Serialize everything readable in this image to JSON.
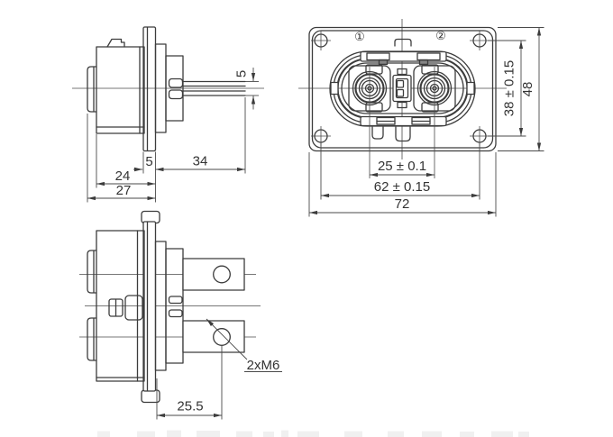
{
  "document": {
    "type": "technical-drawing",
    "subject": "2-pole high-voltage connector, flange mount",
    "colors": {
      "background": "#ffffff",
      "line": "#3c3c3c",
      "thin_line": "#4a4a4a",
      "text": "#333333"
    }
  },
  "side_view": {
    "dims": {
      "wire_width": "5",
      "flange_thickness": "5",
      "tail_length": "34",
      "body_depth": "24",
      "overall_depth": "27"
    }
  },
  "front_view": {
    "balloons": {
      "terminal_1": "①",
      "terminal_2": "②"
    },
    "dims": {
      "terminal_pitch": "25 ± 0.1",
      "mount_hole_pitch_h": "62 ± 0.15",
      "overall_width": "72",
      "mount_hole_pitch_v": "38 ± 0.15",
      "overall_height": "48"
    }
  },
  "bottom_view": {
    "dims": {
      "thread_callout": "2xM6",
      "busbar_hole_offset": "25.5"
    }
  }
}
